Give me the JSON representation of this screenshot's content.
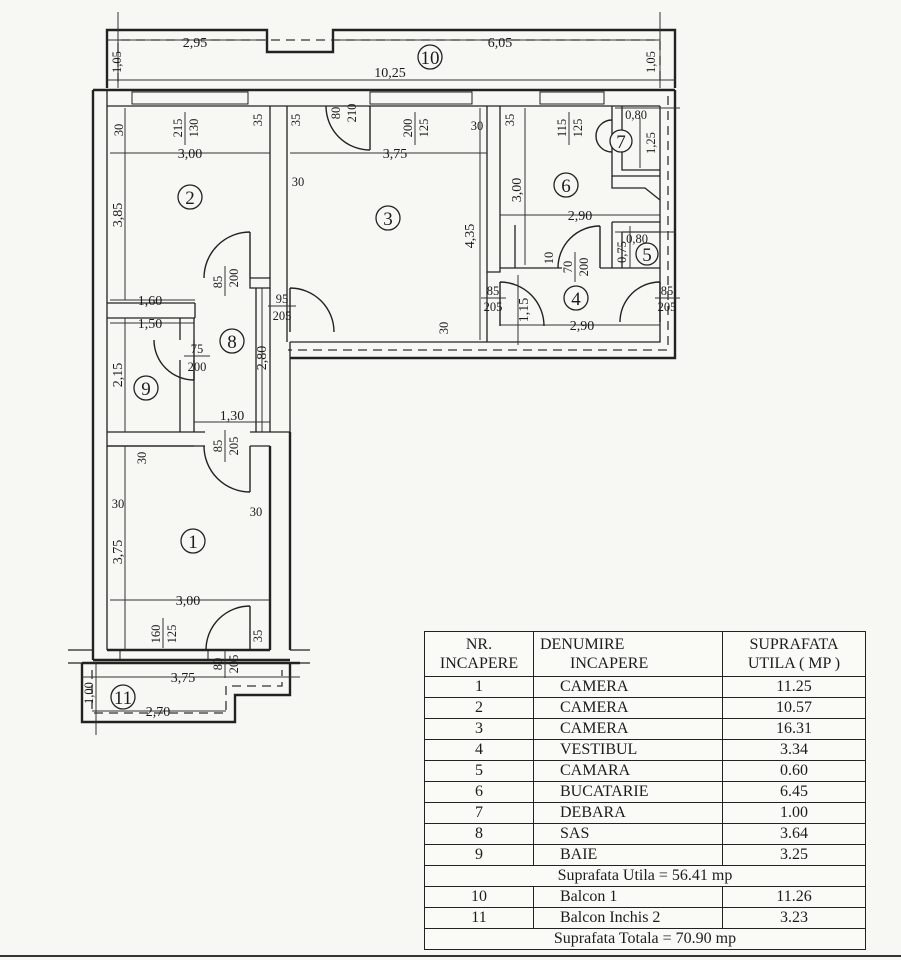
{
  "plan": {
    "dimensions": {
      "top_left_width": "2,95",
      "top_right_width": "6,05",
      "balcony_length": "10,25",
      "balcony_left_depth": "1,05",
      "balcony_right_depth": "1,05",
      "r2_width": "3,00",
      "r2_height": "3,85",
      "r2_window_num": "215",
      "r2_window_den": "130",
      "r2_wall_left": "30",
      "r2_wall_right": "35",
      "r3_width": "3,75",
      "r3_height": "4,35",
      "r3_wall_left": "35",
      "r3_wall_left2": "30",
      "r3_wall_right": "30",
      "r3_wall_bottom": "30",
      "r3_window_num": "200",
      "r3_window_den": "125",
      "r3_door_num": "80",
      "r3_door_den": "210",
      "r6_width": "2,90",
      "r6_height": "3,00",
      "r6_window_num": "115",
      "r6_window_den": "125",
      "r6_wall": "35",
      "r7_width": "0,80",
      "r7_height": "1,25",
      "r5_width": "0,80",
      "r5_height": "0,75",
      "r4_width": "2,90",
      "r4_height": "1,15",
      "r4_wall": "10",
      "r4_door_num": "70",
      "r4_door_den": "200",
      "r4_entry_num": "85",
      "r4_entry_den": "205",
      "r4_right_num": "85",
      "r4_right_den": "205",
      "r3_door2_num": "95",
      "r3_door2_den": "205",
      "r2_door_num": "85",
      "r2_door_den": "200",
      "r2_bottom_width": "1,60",
      "r9_width": "1,50",
      "r9_height": "2,15",
      "r9_door_num": "75",
      "r9_door_den": "200",
      "r8_height": "2,80",
      "r8_width": "1,30",
      "r1_door_num": "85",
      "r1_door_den": "205",
      "r1_wall_top": "30",
      "r1_wall_left": "30",
      "r1_wall_right": "30",
      "r1_height": "3,75",
      "r1_width": "3,00",
      "r1_window_num": "160",
      "r1_window_den": "125",
      "r1_balcony_door_num": "80",
      "r1_balcony_door_den": "205",
      "r1_wall_bottom": "35",
      "b11_length": "3,75",
      "b11_inner": "2,70",
      "b11_depth": "1,00"
    },
    "rooms": [
      "1",
      "2",
      "3",
      "4",
      "5",
      "6",
      "7",
      "8",
      "9",
      "10",
      "11"
    ]
  },
  "table": {
    "headers": {
      "nr": [
        "NR.",
        "INCAPERE"
      ],
      "name": [
        "DENUMIRE",
        "INCAPERE"
      ],
      "area": [
        "SUPRAFATA",
        "UTILA ( MP )"
      ]
    },
    "rows": [
      {
        "nr": "1",
        "name": "CAMERA",
        "area": "11.25"
      },
      {
        "nr": "2",
        "name": "CAMERA",
        "area": "10.57"
      },
      {
        "nr": "3",
        "name": "CAMERA",
        "area": "16.31"
      },
      {
        "nr": "4",
        "name": "VESTIBUL",
        "area": "3.34"
      },
      {
        "nr": "5",
        "name": "CAMARA",
        "area": "0.60"
      },
      {
        "nr": "6",
        "name": "BUCATARIE",
        "area": "6.45"
      },
      {
        "nr": "7",
        "name": "DEBARA",
        "area": "1.00"
      },
      {
        "nr": "8",
        "name": "SAS",
        "area": "3.64"
      },
      {
        "nr": "9",
        "name": "BAIE",
        "area": "3.25"
      }
    ],
    "subtotal": "Suprafata Utila = 56.41 mp",
    "balcony_rows": [
      {
        "nr": "10",
        "name": "Balcon 1",
        "area": "11.26"
      },
      {
        "nr": "11",
        "name": "Balcon Inchis 2",
        "area": "3.23"
      }
    ],
    "total": "Suprafata Totala = 70.90 mp"
  }
}
